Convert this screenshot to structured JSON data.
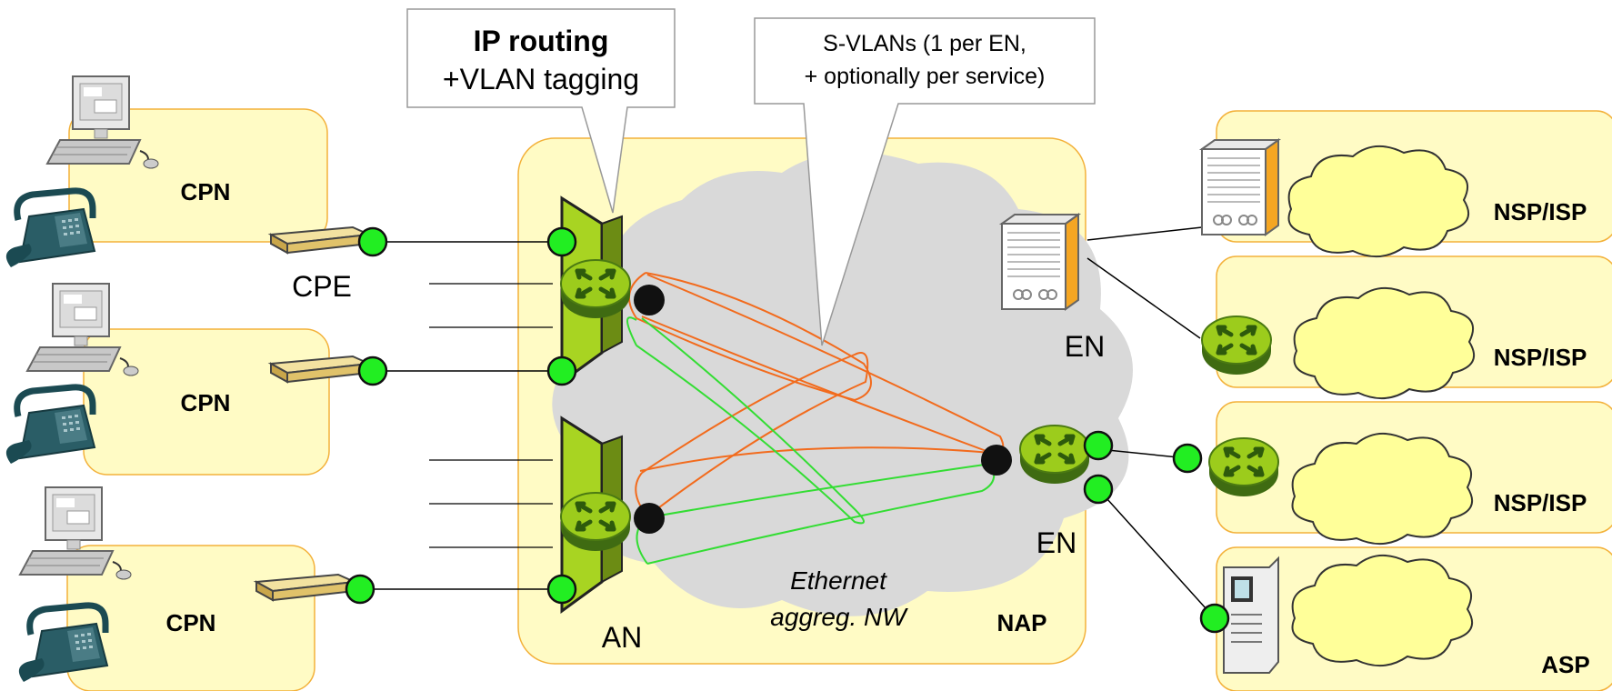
{
  "callouts": {
    "ip_routing_title": "IP routing",
    "ip_routing_sub": "+VLAN tagging",
    "svlan_line1": "S-VLANs (1 per EN,",
    "svlan_line2": "+ optionally per service)"
  },
  "labels": {
    "cpn_1": "CPN",
    "cpn_2": "CPN",
    "cpn_3": "CPN",
    "cpe": "CPE",
    "an": "AN",
    "en_top": "EN",
    "en_bottom": "EN",
    "ethernet_line1": "Ethernet",
    "ethernet_line2": "aggreg. NW",
    "nap": "NAP",
    "nsp_isp_1": "NSP/ISP",
    "nsp_isp_2": "NSP/ISP",
    "nsp_isp_3": "NSP/ISP",
    "asp": "ASP"
  },
  "colors": {
    "zone_fill": "#fffbc5",
    "zone_stroke": "#f3b13a",
    "cloud_gray": "#d9d9d9",
    "router_green": "#9ccc1c",
    "port_green": "#22ee22",
    "vlan_orange": "#f26b1d",
    "vlan_green": "#33dd33",
    "an_plate": "#a8d422"
  }
}
